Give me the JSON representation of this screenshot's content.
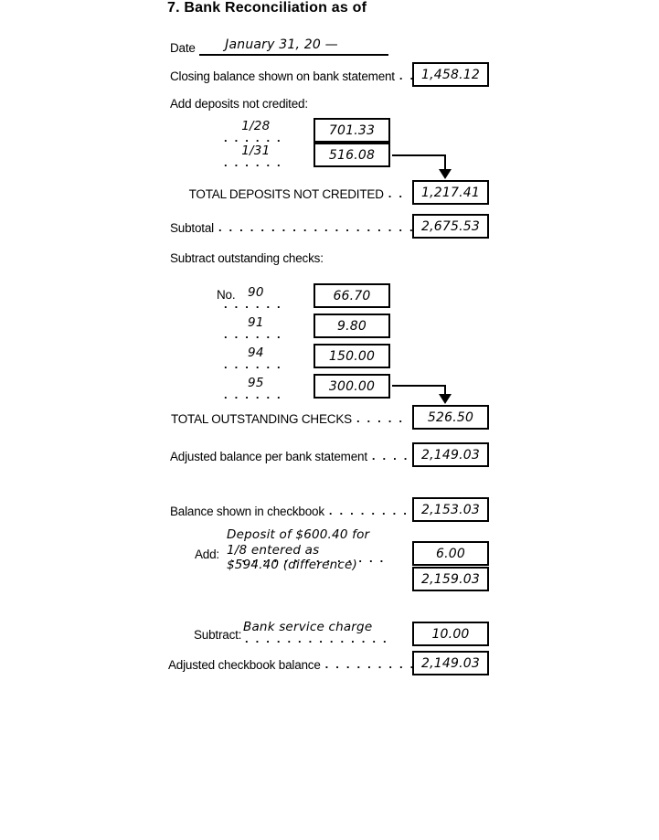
{
  "title": "7. Bank Reconciliation as of",
  "date": {
    "label": "Date",
    "value": "January 31, 20 —"
  },
  "closing": {
    "label": "Closing balance shown on bank statement",
    "dots": "..",
    "value": "1,458.12"
  },
  "deposits": {
    "heading": "Add deposits not credited:",
    "items": [
      {
        "date": "1/28",
        "dots": "......",
        "value": "701.33"
      },
      {
        "date": "1/31",
        "dots": "......",
        "value": "516.08"
      }
    ],
    "total_label": "TOTAL DEPOSITS NOT CREDITED",
    "total_dots": "..",
    "total_value": "1,217.41"
  },
  "subtotal": {
    "label": "Subtotal",
    "dots": "...................",
    "value": "2,675.53"
  },
  "checks": {
    "heading": "Subtract outstanding checks:",
    "no_label": "No.",
    "items": [
      {
        "number": "90",
        "dots": "......",
        "value": "66.70"
      },
      {
        "number": "91",
        "dots": "......",
        "value": "9.80"
      },
      {
        "number": "94",
        "dots": "......",
        "value": "150.00"
      },
      {
        "number": "95",
        "dots": "......",
        "value": "300.00"
      }
    ],
    "total_label": "TOTAL OUTSTANDING CHECKS",
    "total_dots": ".....",
    "total_value": "526.50"
  },
  "adjusted_bank": {
    "label": "Adjusted balance per bank statement",
    "dots": "....",
    "value": "2,149.03"
  },
  "checkbook": {
    "label": "Balance shown in checkbook",
    "dots": ".........",
    "value": "2,153.03"
  },
  "add_adjustment": {
    "label": "Add:",
    "note_line1": "Deposit of $600.40 for",
    "note_line2": "1/8 entered as",
    "note_line3": "$594.40 (difference)",
    "dots": "...............",
    "value": "6.00",
    "subtotal_value": "2,159.03"
  },
  "subtract_adjustment": {
    "label": "Subtract:",
    "note": "Bank service charge",
    "dots": "..............",
    "value": "10.00"
  },
  "adjusted_checkbook": {
    "label": "Adjusted checkbook balance",
    "dots": ".........",
    "value": "2,149.03"
  }
}
